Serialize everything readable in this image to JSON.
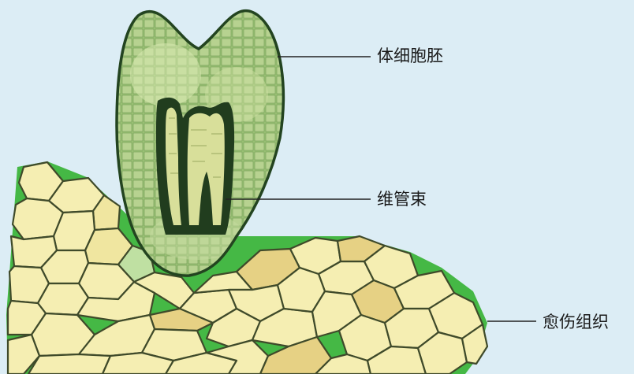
{
  "labels": {
    "somatic_embryo": "体细胞胚",
    "vascular_bundle": "维管束",
    "callus": "愈伤组织"
  },
  "colors": {
    "background": "#dcedf5",
    "callus_cell": "#f5eeb2",
    "callus_cell_dark": "#e6d184",
    "callus_green": "#45b845",
    "cell_wall": "#3f4a2a",
    "embryo_fill": "#8db86a",
    "embryo_outline": "#234420",
    "vascular_dark": "#213d1e",
    "vascular_light": "#d8df9a"
  }
}
